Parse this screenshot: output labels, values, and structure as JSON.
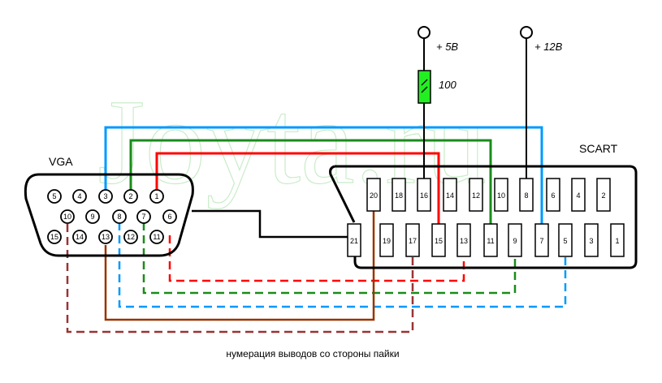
{
  "watermark": "Joyta.ru",
  "vga": {
    "label": "VGA",
    "row1": [
      "5",
      "4",
      "3",
      "2",
      "1"
    ],
    "row2": [
      "10",
      "9",
      "8",
      "7",
      "6"
    ],
    "row3": [
      "15",
      "14",
      "13",
      "12",
      "11"
    ]
  },
  "scart": {
    "label": "SCART",
    "top_row": [
      "20",
      "18",
      "16",
      "14",
      "12",
      "10",
      "8",
      "6",
      "4",
      "2"
    ],
    "bottom_row": [
      "21",
      "19",
      "17",
      "15",
      "13",
      "11",
      "9",
      "7",
      "5",
      "3",
      "1"
    ]
  },
  "power": {
    "plus5": "+ 5В",
    "plus12": "+ 12В",
    "resistor_value": "100",
    "resistor_color": "#22ee22"
  },
  "colors": {
    "blue": "#0099ff",
    "green": "#1a8c1a",
    "red": "#ff0000",
    "brown": "#993300",
    "darkred": "#993333",
    "black": "#000000"
  },
  "connections": [
    {
      "from": "VGA 3",
      "to": "SCART 7",
      "color": "blue",
      "style": "solid"
    },
    {
      "from": "VGA 2",
      "to": "SCART 11",
      "color": "green",
      "style": "solid"
    },
    {
      "from": "VGA 1",
      "to": "SCART 15",
      "color": "red",
      "style": "solid"
    },
    {
      "from": "VGA 6",
      "to": "SCART 13",
      "color": "red",
      "style": "dashed"
    },
    {
      "from": "VGA 7",
      "to": "SCART 9",
      "color": "green",
      "style": "dashed"
    },
    {
      "from": "VGA 8",
      "to": "SCART 5",
      "color": "blue",
      "style": "dashed"
    },
    {
      "from": "VGA 13",
      "to": "SCART 20",
      "color": "brown",
      "style": "solid"
    },
    {
      "from": "VGA 10",
      "to": "SCART 17",
      "color": "darkred",
      "style": "dashed"
    },
    {
      "from": "VGA shell",
      "to": "SCART 21",
      "color": "black",
      "style": "solid"
    },
    {
      "from": "+5В via 100",
      "to": "SCART 16",
      "color": "black",
      "style": "solid"
    },
    {
      "from": "+12В",
      "to": "SCART 8",
      "color": "black",
      "style": "solid"
    }
  ],
  "caption": "нумерация выводов со стороны пайки"
}
